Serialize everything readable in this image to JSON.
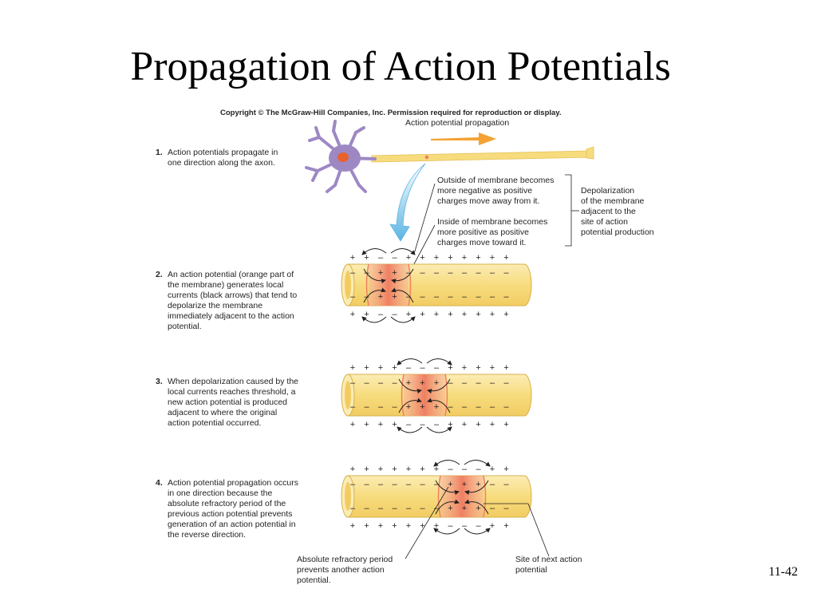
{
  "slide": {
    "title": "Propagation of Action Potentials",
    "copyright": "Copyright © The McGraw-Hill Companies, Inc. Permission required for reproduction or display.",
    "slide_number": "11-42"
  },
  "diagram": {
    "top_label": "Action potential propagation",
    "steps": [
      {
        "number": "1.",
        "lines": [
          "Action potentials propagate in",
          "one direction along the axon."
        ]
      },
      {
        "number": "2.",
        "lines": [
          "An action potential (orange part of",
          "the membrane) generates local",
          "currents (black arrows) that tend to",
          "depolarize the membrane",
          "immediately adjacent to the action",
          "potential."
        ]
      },
      {
        "number": "3.",
        "lines": [
          "When depolarization caused by the",
          "local currents reaches threshold, a",
          "new action potential is produced",
          "adjacent to where the original",
          "action potential occurred."
        ]
      },
      {
        "number": "4.",
        "lines": [
          "Action potential propagation occurs",
          "in one direction because the",
          "absolute refractory period of the",
          "previous action potential prevents",
          "generation of an action potential in",
          "the reverse direction."
        ]
      }
    ],
    "callouts": {
      "outside": [
        "Outside of membrane becomes",
        "more negative as positive",
        "charges move away from it."
      ],
      "inside": [
        "Inside of membrane becomes",
        "more positive as positive",
        "charges move toward it."
      ],
      "depolarization": [
        "Depolarization",
        "of the membrane",
        "adjacent to the",
        "site of action",
        "potential production"
      ],
      "refractory": [
        "Absolute refractory period",
        "prevents another action",
        "potential."
      ],
      "next_site": [
        "Site of next action",
        "potential"
      ]
    },
    "charges": {
      "plus": "+",
      "minus": "–"
    },
    "colors": {
      "axon_fill": "#f7dc7e",
      "axon_stroke": "#e0b850",
      "active_zone": "#ef8a6d",
      "neuron": "#9d88c4",
      "arrow_orange": "#f4a233",
      "arrow_blue": "#5bb4e3",
      "text": "#231f20"
    }
  }
}
